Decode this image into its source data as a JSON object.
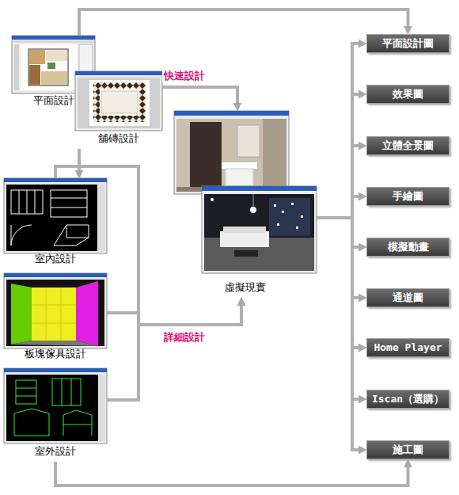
{
  "diagram": {
    "nodes": [
      {
        "text": [
          "平面設計"
        ]
      },
      {
        "text": [
          "舖磚設計"
        ]
      },
      {
        "text": [
          "室內設計"
        ]
      },
      {
        "text": [
          "板塊傢具設計"
        ]
      },
      {
        "text": [
          "室外設計"
        ]
      },
      {
        "text": [
          "虛擬現實"
        ]
      },
      {
        "text": [
          "平面設計圖"
        ]
      },
      {
        "text": [
          "效果圖"
        ]
      },
      {
        "text": [
          "立體全景圖"
        ]
      },
      {
        "text": [
          "手繪圖"
        ]
      },
      {
        "text": [
          "模擬動畫"
        ]
      },
      {
        "text": [
          "通道圖"
        ]
      },
      {
        "text": [
          "Home Player"
        ]
      },
      {
        "text": [
          "Iscan（選購）"
        ]
      },
      {
        "text": [
          "施工圖"
        ]
      }
    ],
    "edges": [
      {
        "from": 0,
        "to": 6,
        "arrow": "to"
      },
      {
        "from": 1,
        "to": 5,
        "label": "快速設計",
        "arrow": "to"
      },
      {
        "from": 1,
        "to": 2,
        "arrow": "to"
      },
      {
        "from": 2,
        "to": 5,
        "arrow": "to"
      },
      {
        "from": 3,
        "to": 5,
        "label": "詳細設計",
        "arrow": "to"
      },
      {
        "from": 4,
        "to": 5,
        "arrow": "to"
      },
      {
        "from": 4,
        "to": 14,
        "arrow": "to"
      },
      {
        "from": 5,
        "to": 6,
        "arrow": "to"
      },
      {
        "from": 5,
        "to": 7,
        "arrow": "to"
      },
      {
        "from": 5,
        "to": 8,
        "arrow": "to"
      },
      {
        "from": 5,
        "to": 9,
        "arrow": "to"
      },
      {
        "from": 5,
        "to": 10,
        "arrow": "to"
      },
      {
        "from": 5,
        "to": 11,
        "arrow": "to"
      },
      {
        "from": 5,
        "to": 12,
        "arrow": "to"
      },
      {
        "from": 5,
        "to": 13,
        "arrow": "to"
      },
      {
        "from": 5,
        "to": 14,
        "arrow": "to"
      }
    ]
  }
}
